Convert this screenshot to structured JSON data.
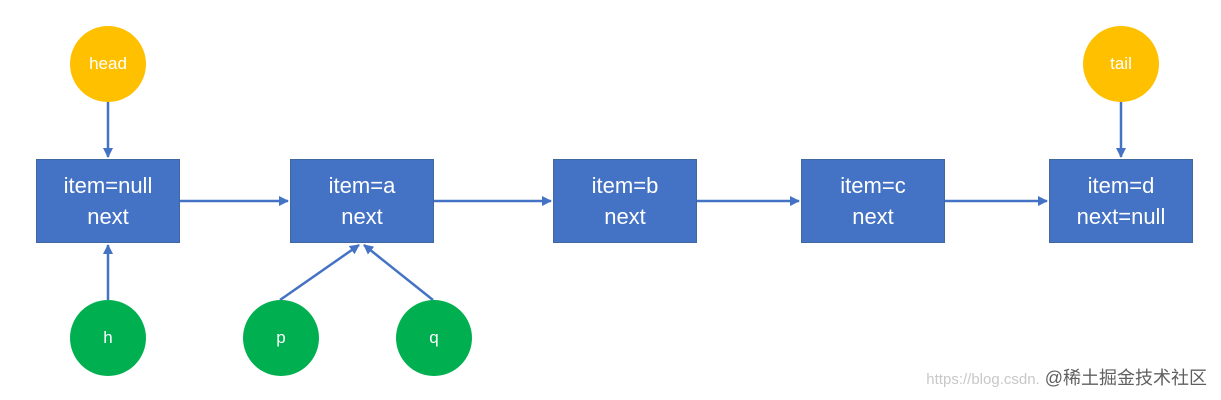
{
  "colors": {
    "node_fill": "#4472c4",
    "head_tail_fill": "#ffc000",
    "local_ptr_fill": "#00b050",
    "arrow": "#4472c4"
  },
  "nodes": [
    {
      "item": "item=null",
      "next": "next"
    },
    {
      "item": "item=a",
      "next": "next"
    },
    {
      "item": "item=b",
      "next": "next"
    },
    {
      "item": "item=c",
      "next": "next"
    },
    {
      "item": "item=d",
      "next": "next=null"
    }
  ],
  "pointers": {
    "head": "head",
    "tail": "tail",
    "h": "h",
    "p": "p",
    "q": "q"
  },
  "watermark": {
    "url": "https://blog.csdn.",
    "brand": "@稀土掘金技术社区"
  }
}
